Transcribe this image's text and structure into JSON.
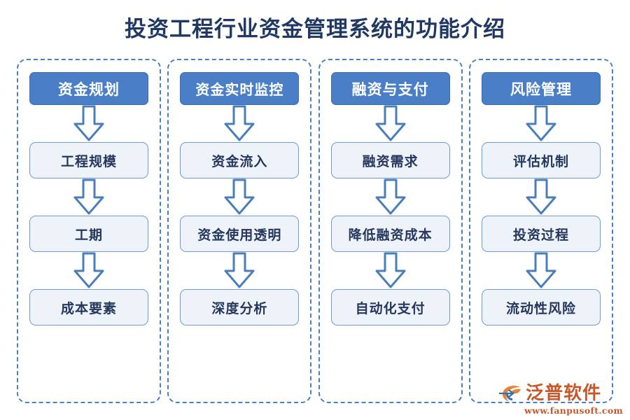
{
  "page": {
    "title": "投资工程行业资金管理系统的功能介绍",
    "background_color": "#ffffff",
    "title_color": "#1f3864"
  },
  "theme": {
    "header_fill": "#4a7fc8",
    "header_text": "#ffffff",
    "step_fill": "#eef3fa",
    "step_border": "#6f9ad4",
    "step_text": "#25375c",
    "panel_border": "#4a7fc1",
    "arrow_stroke": "#4a7ebb",
    "arrow_fill": "#ffffff",
    "brand_color": "#c8572a"
  },
  "columns": [
    {
      "id": "column-capital-planning",
      "header": "资金规划",
      "steps": [
        "工程规模",
        "工期",
        "成本要素"
      ]
    },
    {
      "id": "column-realtime-monitoring",
      "header": "资金实时监控",
      "steps": [
        "资金流入",
        "资金使用透明",
        "深度分析"
      ]
    },
    {
      "id": "column-financing-payment",
      "header": "融资与支付",
      "steps": [
        "融资需求",
        "降低融资成本",
        "自动化支付"
      ]
    },
    {
      "id": "column-risk-management",
      "header": "风险管理",
      "steps": [
        "评估机制",
        "投资过程",
        "流动性风险"
      ]
    }
  ],
  "brand": {
    "name": "泛普软件",
    "url": "www.fanpusoft.com",
    "logo_icon": "fanpu-logo-icon"
  },
  "icons": {
    "arrow": "arrow-down-icon"
  }
}
